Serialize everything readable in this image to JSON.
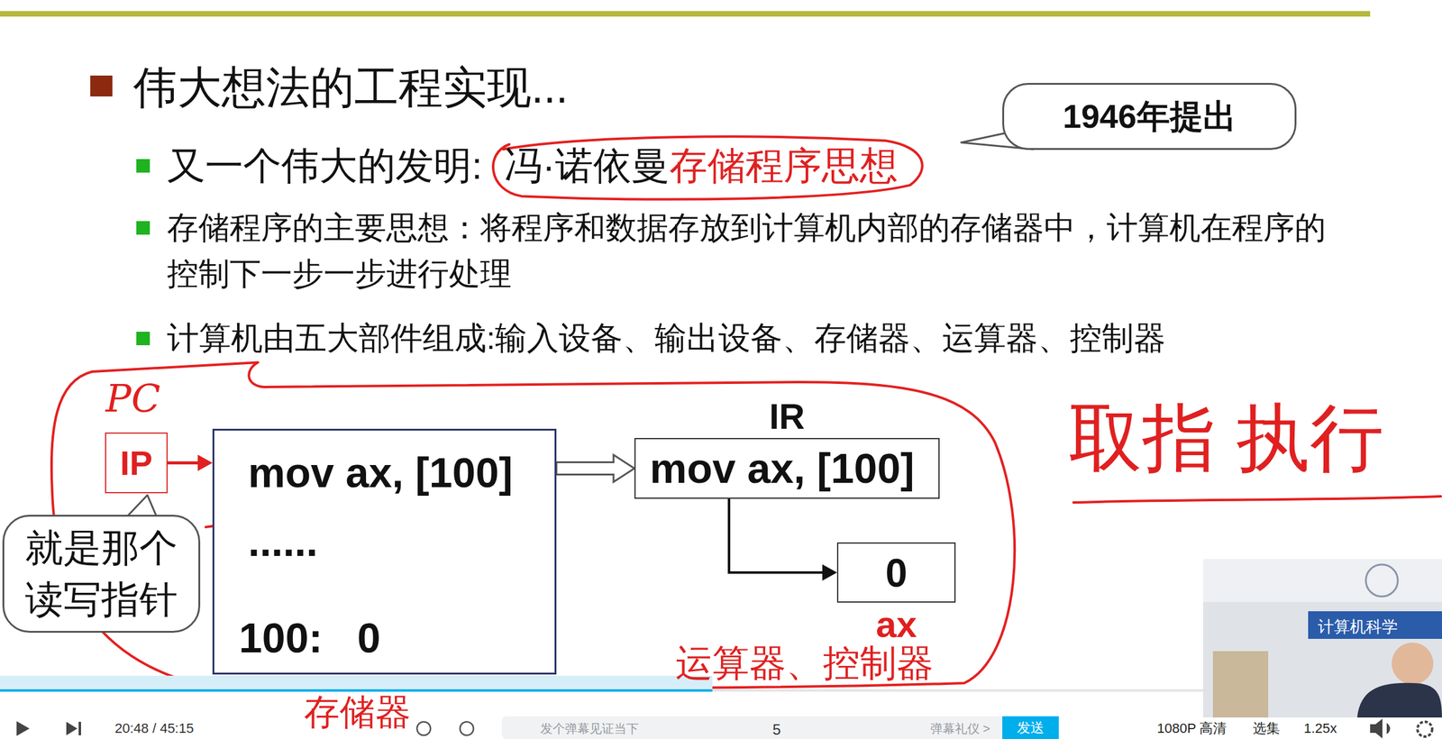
{
  "diagram": {
    "title": "伟大想法的工程实现...",
    "nodes": [
      {
        "text": [
          "1946年提出"
        ]
      },
      {
        "text": [
          "IP"
        ]
      },
      {
        "text": [
          "mov ax, [100]",
          "......",
          "100:   0"
        ]
      },
      {
        "text": [
          "IR",
          "mov ax, [100]"
        ]
      },
      {
        "text": [
          "0",
          "ax"
        ]
      },
      {
        "text": [
          "就是那个 读写指针"
        ]
      }
    ],
    "edges": [
      {
        "from": 1,
        "to": 2,
        "arrow": "to"
      },
      {
        "from": 2,
        "to": 3,
        "arrow": "to"
      },
      {
        "from": 3,
        "to": 4,
        "arrow": "to"
      }
    ],
    "labels": [
      "又一个伟大的发明:",
      "冯·诺依曼",
      "存储程序思想",
      "存储程序的主要思想：将程序和数据存放到计算机内部的存储器中，计算机在程序的控制下一步一步进行处理",
      "计算机由五大部件组成:输入设备、输出设备、存储器、运算器、控制器",
      "PC",
      "取指 执行",
      "运算器、控制器",
      "存储器",
      "20:48 / 45:15",
      "发个弹幕见证当下",
      "弹幕礼仪 >",
      "发送",
      "5",
      "1080P 高清",
      "选集",
      "1.25x",
      "计算机科学"
    ]
  }
}
